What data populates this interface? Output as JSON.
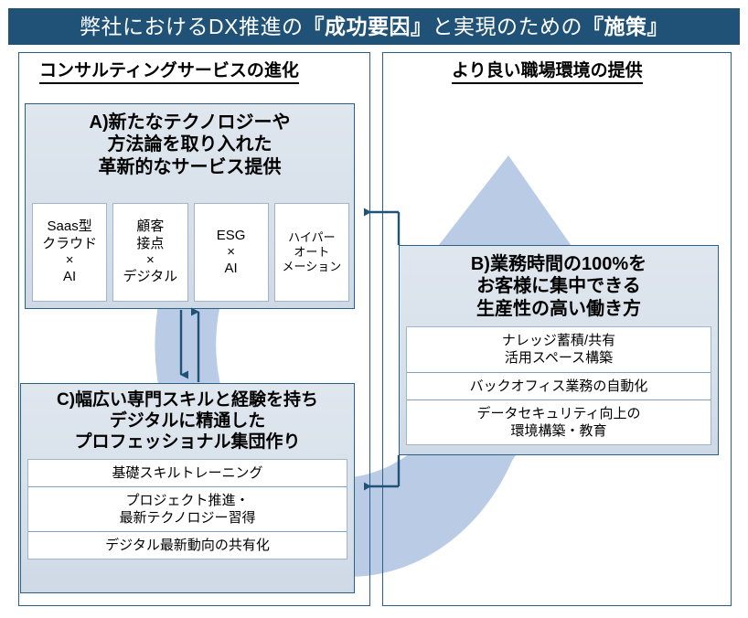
{
  "title": {
    "full": "弊社におけるDX推進の『成功要因』と実現のための『施策』",
    "segments": [
      {
        "text": "弊社におけるDX推進の",
        "bold": false
      },
      {
        "text": "『成功要因』",
        "bold": true
      },
      {
        "text": "と実現のための",
        "bold": false
      },
      {
        "text": "『施策』",
        "bold": true
      }
    ]
  },
  "colors": {
    "title_bar": "#1f5276",
    "panel_border": "#2c5f86",
    "box_fill": "#dce3ec",
    "sub_border": "#7e9fbd",
    "cycle_arrow": "#bacbe6",
    "connector": "#1f5276"
  },
  "panels": {
    "left": {
      "heading": "コンサルティングサービスの進化"
    },
    "right": {
      "heading": "より良い職場環境の提供"
    }
  },
  "groups": {
    "a": {
      "id": "A",
      "title_lines": [
        "A)新たなテクノロジーや",
        "方法論を取り入れた",
        "革新的なサービス提供"
      ],
      "chips": [
        {
          "lines": [
            "Saas型",
            "クラウド",
            "×",
            "AI"
          ]
        },
        {
          "lines": [
            "顧客",
            "接点",
            "×",
            "デジタル"
          ]
        },
        {
          "lines": [
            "ESG",
            "×",
            "AI"
          ]
        },
        {
          "lines": [
            "ハイパー",
            "オート",
            "メーション"
          ]
        }
      ]
    },
    "b": {
      "id": "B",
      "title_lines": [
        "B)業務時間の100%を",
        "お客様に集中できる",
        "生産性の高い働き方"
      ],
      "items": [
        {
          "lines": [
            "ナレッジ蓄積/共有",
            "活用スペース構築"
          ]
        },
        {
          "lines": [
            "バックオフィス業務の自動化"
          ]
        },
        {
          "lines": [
            "データセキュリティ向上の",
            "環境構築・教育"
          ]
        }
      ]
    },
    "c": {
      "id": "C",
      "title_lines": [
        "C)幅広い専門スキルと経験を持ち",
        "デジタルに精通した",
        "プロフェッショナル集団作り"
      ],
      "items": [
        {
          "lines": [
            "基礎スキルトレーニング"
          ]
        },
        {
          "lines": [
            "プロジェクト推進・",
            "最新テクノロジー習得"
          ]
        },
        {
          "lines": [
            "デジタル最新動向の共有化"
          ]
        }
      ]
    }
  },
  "connectors": [
    {
      "name": "b-to-a",
      "direction": "left",
      "label": ""
    },
    {
      "name": "b-to-c",
      "direction": "left",
      "label": ""
    },
    {
      "name": "a-to-c",
      "direction": "down",
      "label": ""
    },
    {
      "name": "c-to-a",
      "direction": "up",
      "label": ""
    },
    {
      "name": "cycle-arrow",
      "direction": "clockwise",
      "label": ""
    }
  ]
}
